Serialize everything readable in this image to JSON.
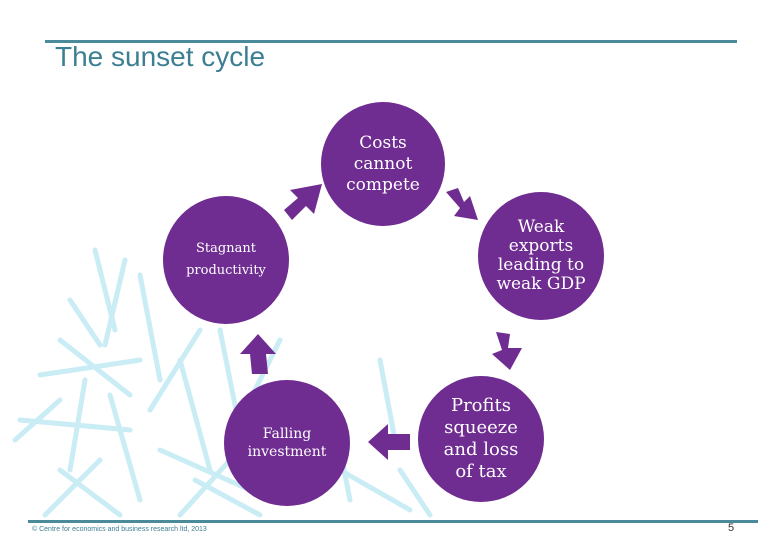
{
  "header": {
    "title": "The sunset cycle"
  },
  "cycle": {
    "nodes": [
      {
        "label": "Costs\ncannot\ncompete"
      },
      {
        "label": "Weak\nexports\nleading to\nweak GDP"
      },
      {
        "label": "Profits\nsqueeze\nand loss\nof tax"
      },
      {
        "label": "Falling\ninvestment"
      },
      {
        "label": "Stagnant\nproductivity"
      }
    ]
  },
  "colors": {
    "node": "#6f2c91",
    "accent": "#3d7f92",
    "pale_lines": "#c9ecf5"
  },
  "footer": {
    "copyright": "© Centre for economics and business research ltd, 2013",
    "page": "5"
  }
}
